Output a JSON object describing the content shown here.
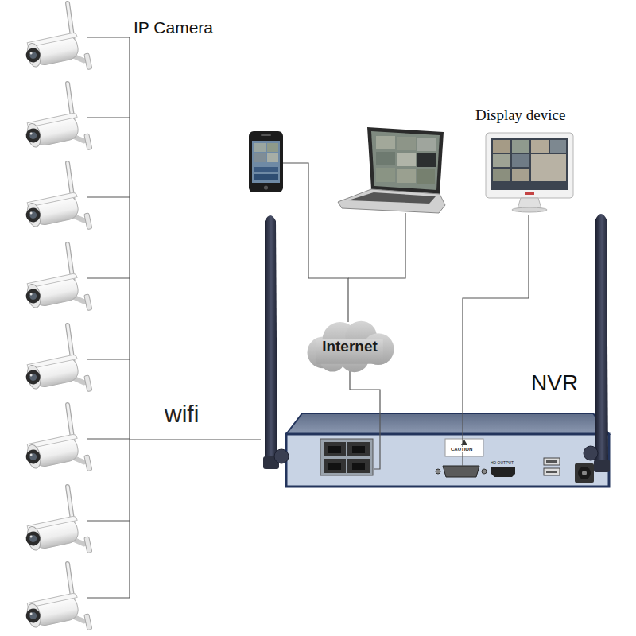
{
  "diagram": {
    "nodes": [
      {
        "text": [
          "IP Camera"
        ]
      },
      {
        "text": [
          "Internet"
        ]
      },
      {
        "text": [
          "Display device"
        ]
      },
      {
        "text": [
          "NVR"
        ]
      }
    ],
    "edges": [
      {
        "from": 0,
        "to": 3,
        "arrow": "none",
        "label": "wifi"
      },
      {
        "from": 1,
        "to": 3,
        "arrow": "none"
      },
      {
        "from": 2,
        "to": 3,
        "arrow": "none"
      }
    ],
    "labels": [
      "CAUTION",
      "HD OUTPUT"
    ]
  }
}
